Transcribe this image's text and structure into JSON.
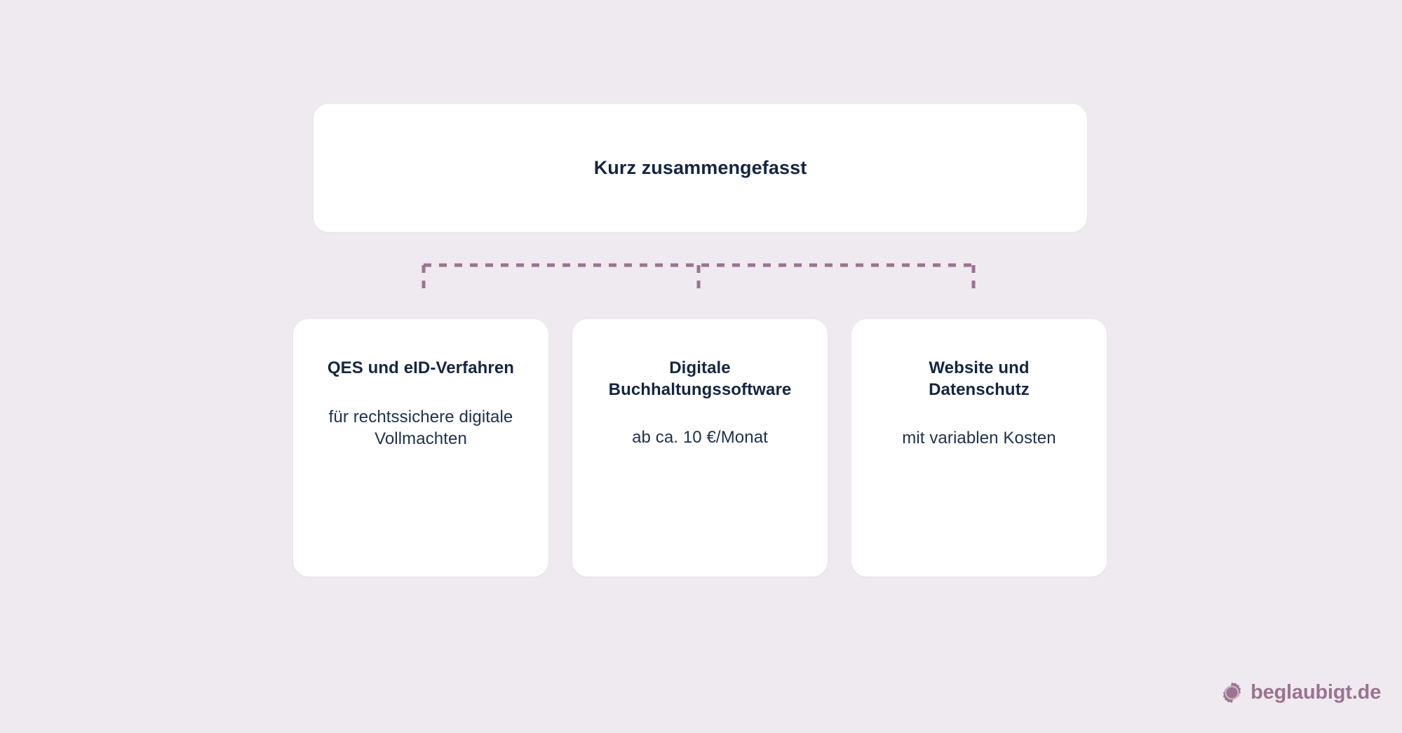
{
  "theme": {
    "background": "#efeaef",
    "card_background": "#ffffff",
    "heading_color": "#152542",
    "body_color": "#20324d",
    "connector_color": "#9a7491",
    "brand_color": "#9a7491"
  },
  "summary": {
    "title": "Kurz zusammengefasst"
  },
  "connector": {
    "style": "dashed",
    "color": "#9a7491",
    "branches": 3
  },
  "cards": [
    {
      "title": "QES und eID-Verfahren",
      "body": "für rechtssichere digitale Vollmachten"
    },
    {
      "title": "Digitale Buchhaltungssoftware",
      "body": "ab ca. 10 €/Monat"
    },
    {
      "title": "Website und Datenschutz",
      "body": "mit variablen Kosten"
    }
  ],
  "brand": {
    "name": "beglaubigt.de",
    "mark": "circle-gear-icon"
  }
}
